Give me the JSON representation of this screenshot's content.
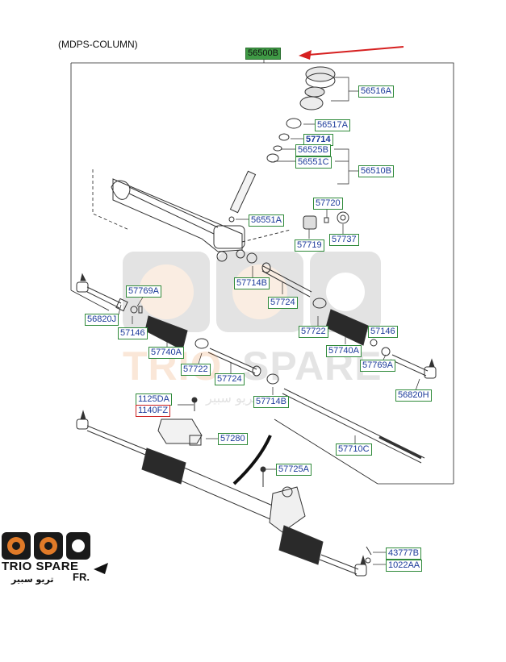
{
  "title": "(MDPS-COLUMN)",
  "parts": {
    "p56500B": "56500B",
    "p56516A": "56516A",
    "p56517A": "56517A",
    "p57714": "57714",
    "p56525B": "56525B",
    "p56551C": "56551C",
    "p56510B": "56510B",
    "p57720": "57720",
    "p56551A": "56551A",
    "p57719": "57719",
    "p57737": "57737",
    "p57714B_a": "57714B",
    "p57769A_a": "57769A",
    "p56820J": "56820J",
    "p57146_a": "57146",
    "p57724_a": "57724",
    "p57740A_a": "57740A",
    "p57722_a": "57722",
    "p57722_b": "57722",
    "p57724_b": "57724",
    "p57740A_b": "57740A",
    "p57146_b": "57146",
    "p57769A_b": "57769A",
    "p56820H": "56820H",
    "p57714B_b": "57714B",
    "p1125DA": "1125DA",
    "p1140FZ": "1140FZ",
    "p57280": "57280",
    "p57710C": "57710C",
    "p57725A": "57725A",
    "p43777B": "43777B",
    "p1022AA": "1022AA"
  },
  "logo": {
    "text": "TRIO SPARE",
    "arabic": "تريو سبير",
    "suffix": "FR."
  },
  "watermark": {
    "text_a": "TRIO",
    "text_b": "SPARE",
    "arabic": "تريو سبير"
  },
  "colors": {
    "label_border": "#2f8a3a",
    "label_text": "#1b3a9a",
    "highlight": "#3f9a45",
    "arrow": "#d62020",
    "watermark_orange": "#e07a28"
  }
}
